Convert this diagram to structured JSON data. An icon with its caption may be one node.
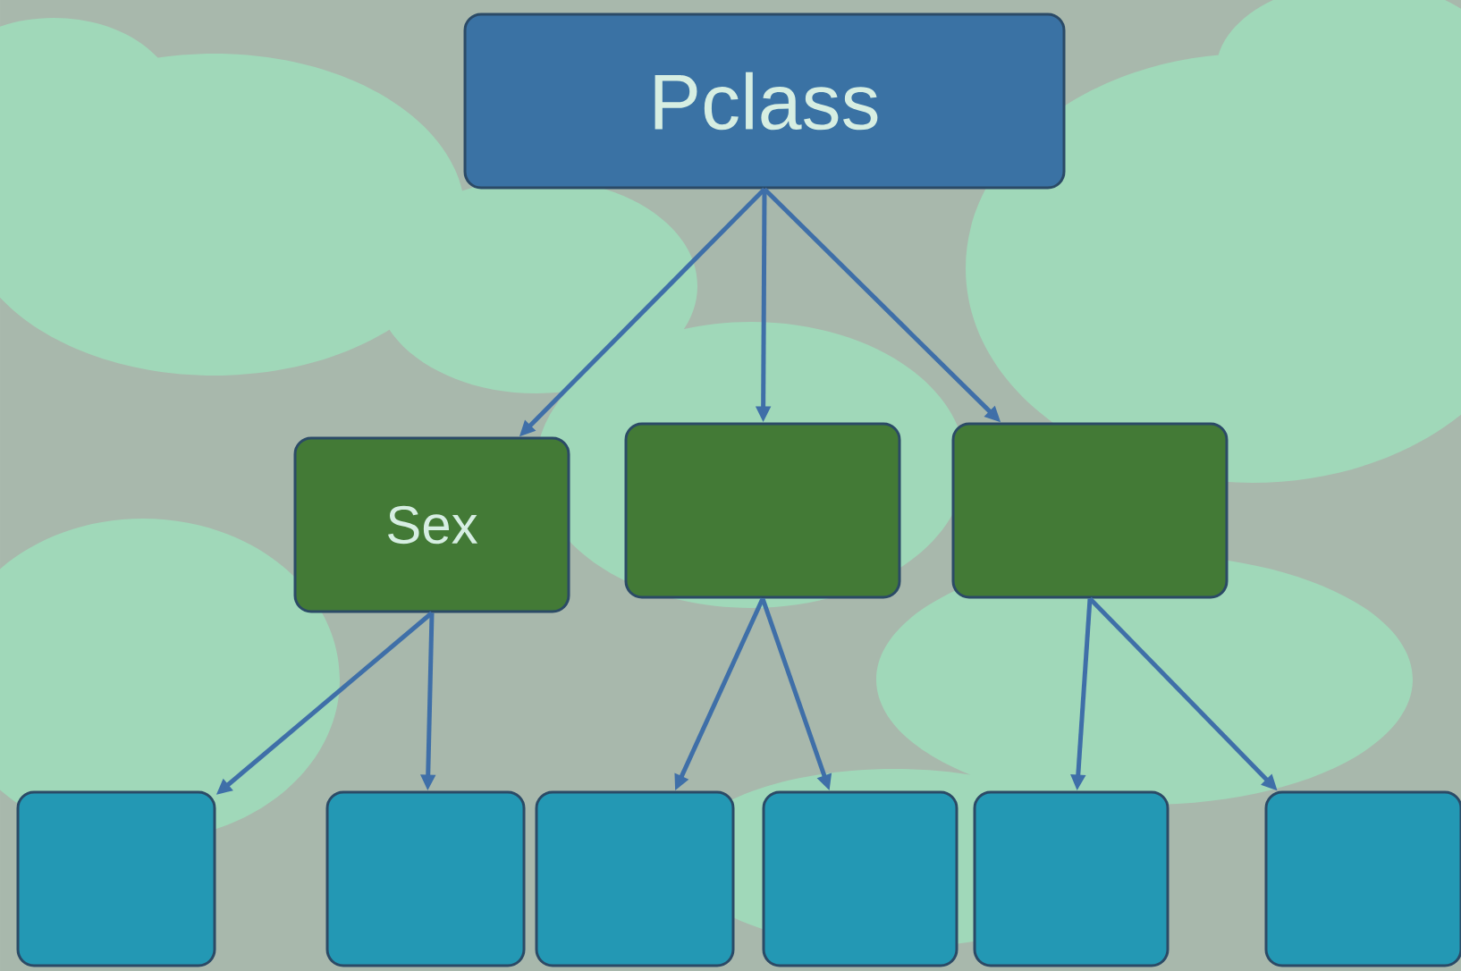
{
  "diagram": {
    "nodes": [
      {
        "text": [
          "Pclass"
        ]
      },
      {
        "text": [
          "Sex"
        ]
      },
      {
        "text": [],
        "shape": "box"
      },
      {
        "text": [],
        "shape": "box"
      },
      {
        "text": [],
        "shape": "box"
      },
      {
        "text": [],
        "shape": "box"
      },
      {
        "text": [],
        "shape": "box"
      },
      {
        "text": [],
        "shape": "box"
      },
      {
        "text": [],
        "shape": "box"
      },
      {
        "text": [],
        "shape": "box"
      }
    ],
    "edges": [
      {
        "from": 0,
        "to": 1,
        "arrow": "to"
      },
      {
        "from": 0,
        "to": 2,
        "arrow": "to"
      },
      {
        "from": 0,
        "to": 3,
        "arrow": "to"
      },
      {
        "from": 1,
        "to": 4,
        "arrow": "to"
      },
      {
        "from": 1,
        "to": 5,
        "arrow": "to"
      },
      {
        "from": 2,
        "to": 6,
        "arrow": "to"
      },
      {
        "from": 2,
        "to": 7,
        "arrow": "to"
      },
      {
        "from": 3,
        "to": 8,
        "arrow": "to"
      },
      {
        "from": 3,
        "to": 9,
        "arrow": "to"
      }
    ]
  }
}
